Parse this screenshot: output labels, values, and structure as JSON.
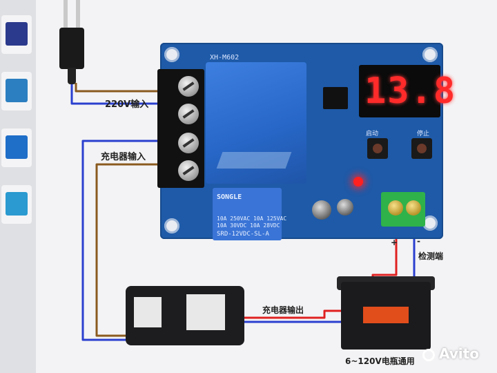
{
  "image": {
    "board_model": "XH-M602",
    "display_reading": "13.8",
    "relay_text": [
      "SONGLE",
      "10A 250VAC 10A 125VAC",
      "10A 30VDC 10A 28VDC",
      "SRD-12VDC-SL-A"
    ],
    "labels": {
      "mains_input": "220V输入",
      "charger_input": "充电器输入",
      "charger_output": "充电器输出",
      "detect_terminal": "检测端",
      "battery_note": "6~120V电瓶通用",
      "start_button": "启动",
      "stop_button": "停止",
      "plus_sign": "+",
      "minus_sign": "-"
    },
    "watermark": "Avito",
    "colors": {
      "wire_brown": "#8a5a1e",
      "wire_blue": "#2a3fcf",
      "wire_red": "#e02020",
      "board_blue": "#1e5aa8",
      "display_red": "#ff2a2a",
      "terminal_green": "#2fb24a"
    }
  }
}
